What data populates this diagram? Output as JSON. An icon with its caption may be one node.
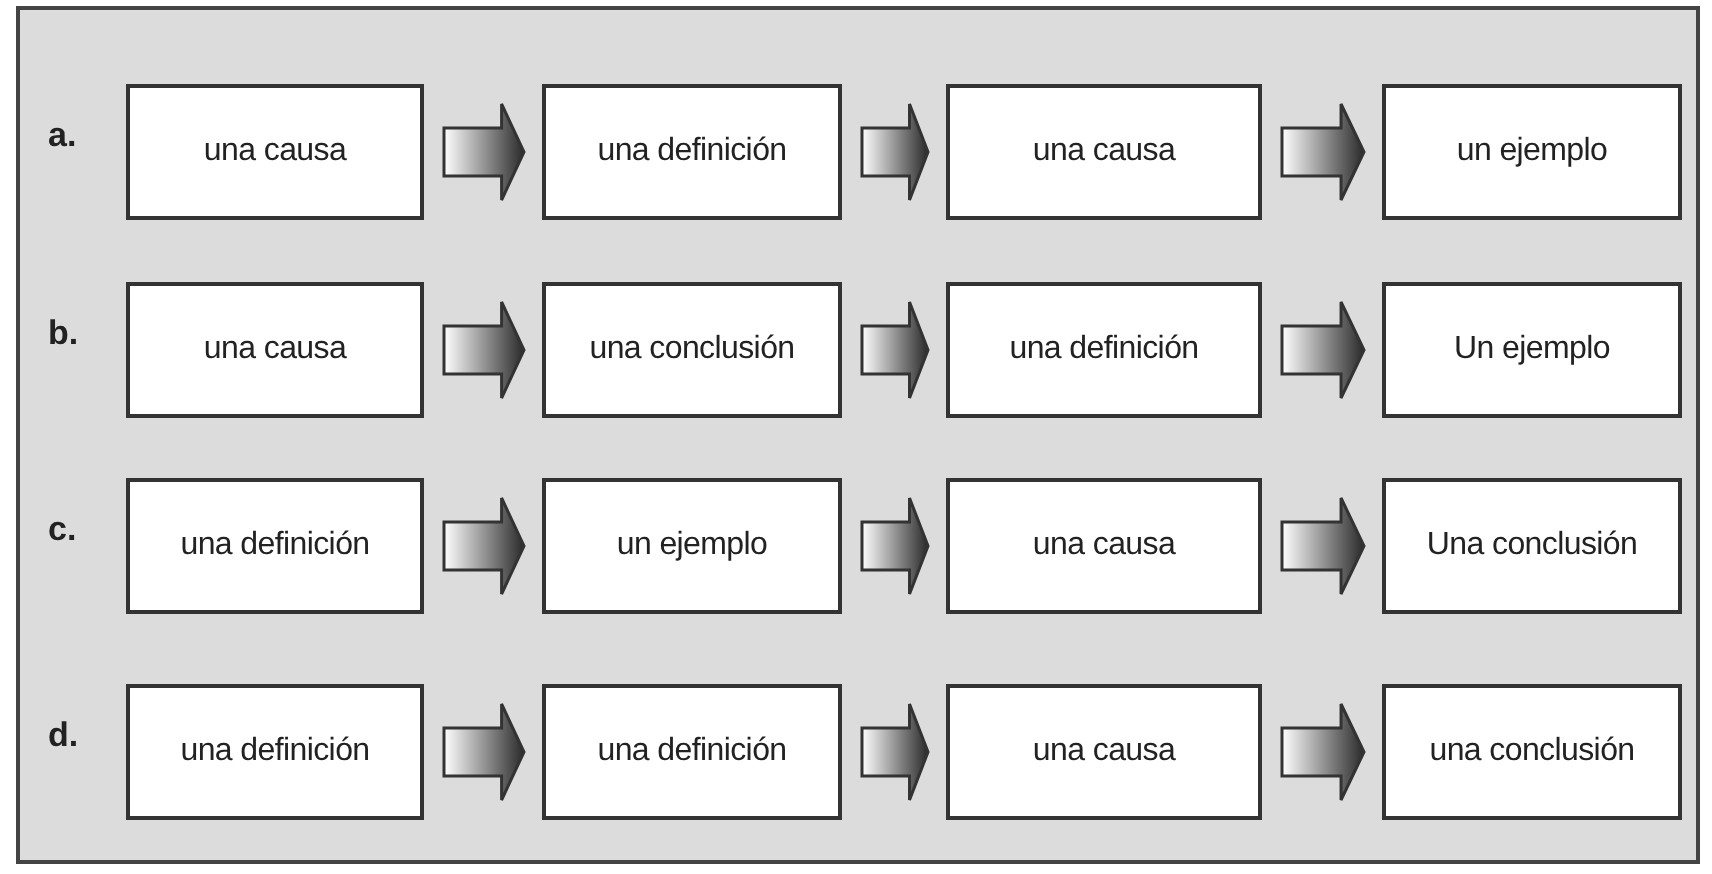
{
  "diagram": {
    "nodes": [
      {
        "text": [
          "una causa"
        ]
      },
      {
        "text": [
          "una definición"
        ]
      },
      {
        "text": [
          "una causa"
        ]
      },
      {
        "text": [
          "un ejemplo"
        ]
      },
      {
        "text": [
          "una causa"
        ]
      },
      {
        "text": [
          "una conclusión"
        ]
      },
      {
        "text": [
          "una definición"
        ]
      },
      {
        "text": [
          "Un ejemplo"
        ]
      },
      {
        "text": [
          "una definición"
        ]
      },
      {
        "text": [
          "un ejemplo"
        ]
      },
      {
        "text": [
          "una causa"
        ]
      },
      {
        "text": [
          "Una conclusión"
        ]
      },
      {
        "text": [
          "una definición"
        ]
      },
      {
        "text": [
          "una definición"
        ]
      },
      {
        "text": [
          "una causa"
        ]
      },
      {
        "text": [
          "una conclusión"
        ]
      }
    ],
    "edges": [
      {
        "from": 0,
        "to": 1,
        "arrow": "to"
      },
      {
        "from": 1,
        "to": 2,
        "arrow": "to"
      },
      {
        "from": 2,
        "to": 3,
        "arrow": "to"
      },
      {
        "from": 4,
        "to": 5,
        "arrow": "to"
      },
      {
        "from": 5,
        "to": 6,
        "arrow": "to"
      },
      {
        "from": 6,
        "to": 7,
        "arrow": "to"
      },
      {
        "from": 8,
        "to": 9,
        "arrow": "to"
      },
      {
        "from": 9,
        "to": 10,
        "arrow": "to"
      },
      {
        "from": 10,
        "to": 11,
        "arrow": "to"
      },
      {
        "from": 12,
        "to": 13,
        "arrow": "to"
      },
      {
        "from": 13,
        "to": 14,
        "arrow": "to"
      },
      {
        "from": 14,
        "to": 15,
        "arrow": "to"
      }
    ],
    "labels": [
      "a.",
      "b.",
      "c.",
      "d."
    ]
  }
}
